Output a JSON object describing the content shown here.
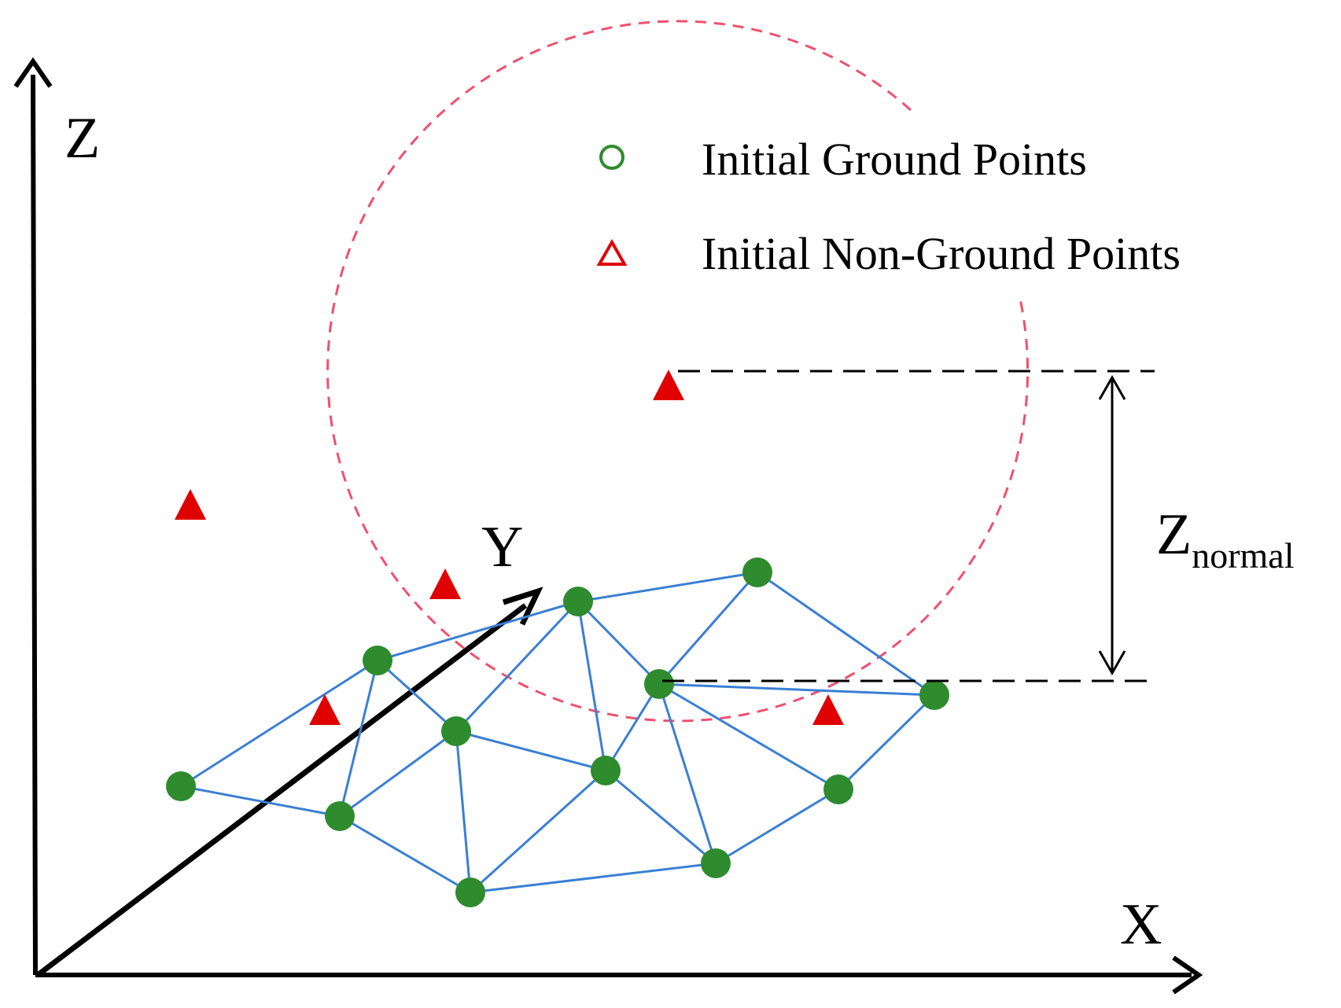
{
  "axes": {
    "z_label": "Z",
    "y_label": "Y",
    "x_label": "X"
  },
  "legend": {
    "ground_label": "Initial Ground Points",
    "nonground_label": "Initial Non-Ground Points",
    "ground_icon": "open-green-circle",
    "nonground_icon": "open-red-triangle"
  },
  "annotation": {
    "z_main": "Z",
    "z_subscript": "normal"
  },
  "colors": {
    "axis": "#000000",
    "ground_point": "#2e8b2e",
    "non_ground_point": "#e00000",
    "mesh_edge": "#3a7fd5",
    "search_circle": "#f0506e",
    "dashed_reference": "#000000"
  }
}
